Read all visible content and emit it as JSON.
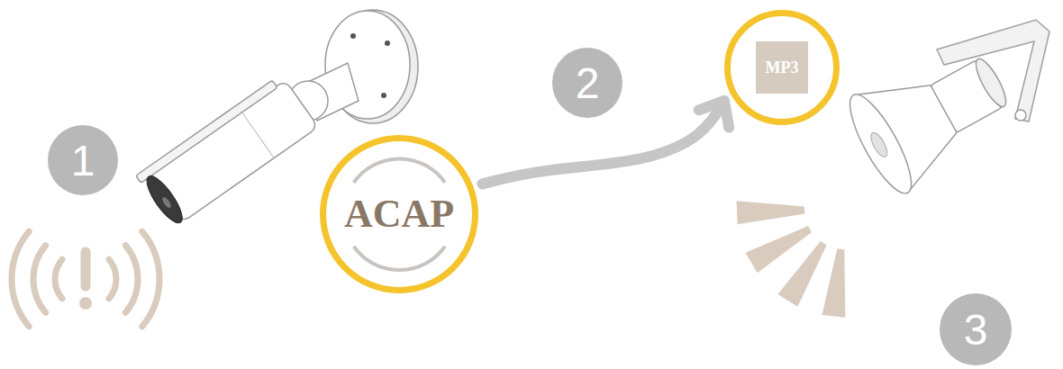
{
  "diagram": {
    "nodes": [
      {
        "text": [
          "ACAP"
        ]
      },
      {
        "text": [
          "MP3"
        ]
      }
    ],
    "edges": [
      {
        "from": 0,
        "to": 1,
        "arrow": "to"
      }
    ],
    "labels": [
      "1",
      "2",
      "3"
    ]
  }
}
